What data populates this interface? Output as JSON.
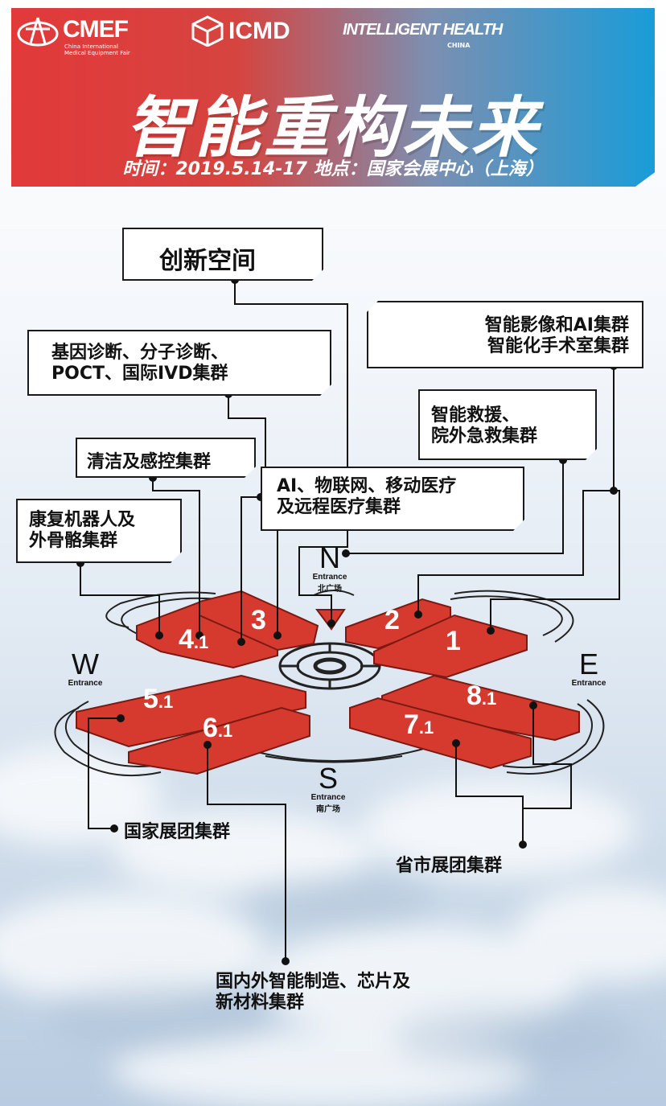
{
  "header": {
    "logos": {
      "cmef": "CMEF",
      "cmef_sub_1": "China International",
      "cmef_sub_2": "Medical Equipment Fair",
      "icmd": "ICMD",
      "ih": "INTELLIGENT HEALTH",
      "ih_sub": "CHINA"
    },
    "headline": "智能重构未来",
    "dateline": "时间：2019.5.14-17   地点：国家会展中心（上海）"
  },
  "clusters": {
    "innovation_space": "创新空间",
    "gene_line1": "基因诊断、分子诊断、",
    "gene_line2": "POCT、国际IVD集群",
    "imaging_line1": "智能影像和AI集群",
    "imaging_line2": "智能化手术室集群",
    "rescue_line1": "智能救援、",
    "rescue_line2": "院外急救集群",
    "clean": "清洁及感控集群",
    "ai_line1": "AI、物联网、移动医疗",
    "ai_line2": "及远程医疗集群",
    "rehab_line1": "康复机器人及",
    "rehab_line2": "外骨骼集群",
    "national_group": "国家展团集群",
    "provincial_group": "省市展团集群",
    "manufacturing_line1": "国内外智能制造、芯片及",
    "manufacturing_line2": "新材料集群"
  },
  "halls": {
    "h1": "1",
    "h2": "2",
    "h3": "3",
    "h4": "4",
    "h4s": ".1",
    "h5": "5",
    "h5s": ".1",
    "h6": "6",
    "h6s": ".1",
    "h7": "7",
    "h7s": ".1",
    "h8": "8",
    "h8s": ".1"
  },
  "compass": {
    "n": "N",
    "n_en": "Entrance",
    "n_cn": "北广场",
    "s": "S",
    "s_en": "Entrance",
    "s_cn": "南广场",
    "w": "W",
    "w_en": "Entrance",
    "e": "E",
    "e_en": "Entrance"
  },
  "colors": {
    "hall": "#d63a2e",
    "banner_left": "#e2393a",
    "banner_right": "#1a9cd8"
  }
}
